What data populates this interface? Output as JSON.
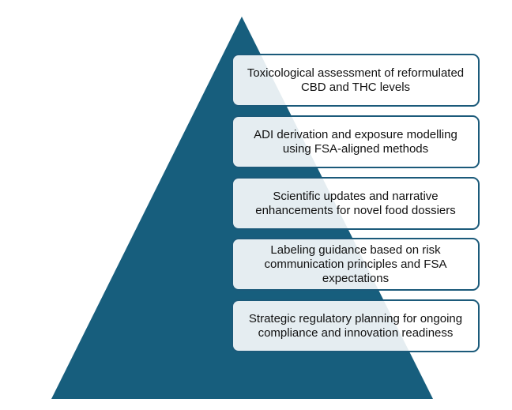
{
  "colors": {
    "pyramid_fill": "#175e7d",
    "box_border": "#1b5a7a",
    "box_fill": "#ffffff",
    "text": "#111111"
  },
  "tiers": [
    {
      "label": "Toxicological assessment of reformulated CBD and THC levels"
    },
    {
      "label": "ADI derivation and exposure modelling using FSA-aligned methods"
    },
    {
      "label": "Scientific updates and narrative enhancements for novel food dossiers"
    },
    {
      "label": "Labeling guidance based on risk communication principles and FSA expectations"
    },
    {
      "label": "Strategic regulatory planning for ongoing compliance and innovation readiness"
    }
  ]
}
